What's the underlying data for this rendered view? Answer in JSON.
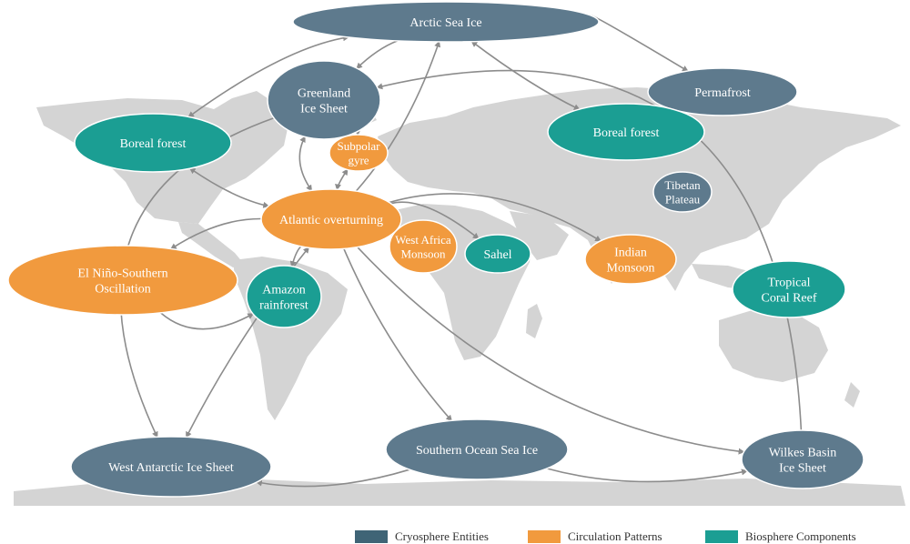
{
  "colors": {
    "cryosphere": "#5e7a8d",
    "circulation": "#f19a3e",
    "biosphere": "#1b9e93",
    "land": "#d4d4d4",
    "arrow": "#8c8c8c"
  },
  "nodes": {
    "arctic_sea_ice": {
      "label": [
        "Arctic Sea Ice"
      ],
      "category": "cryosphere"
    },
    "greenland": {
      "label": [
        "Greenland",
        "Ice Sheet"
      ],
      "category": "cryosphere"
    },
    "permafrost": {
      "label": [
        "Permafrost"
      ],
      "category": "cryosphere"
    },
    "boreal_na": {
      "label": [
        "Boreal forest"
      ],
      "category": "biosphere"
    },
    "boreal_eu": {
      "label": [
        "Boreal forest"
      ],
      "category": "biosphere"
    },
    "subpolar": {
      "label": [
        "Subpolar",
        "gyre"
      ],
      "category": "circulation"
    },
    "tibetan": {
      "label": [
        "Tibetan",
        "Plateau"
      ],
      "category": "cryosphere"
    },
    "amoc": {
      "label": [
        "Atlantic overturning"
      ],
      "category": "circulation"
    },
    "wafrica": {
      "label": [
        "West Africa",
        "Monsoon"
      ],
      "category": "circulation"
    },
    "sahel": {
      "label": [
        "Sahel"
      ],
      "category": "biosphere"
    },
    "indian": {
      "label": [
        "Indian",
        "Monsoon"
      ],
      "category": "circulation"
    },
    "enso": {
      "label": [
        "El Niño-Southern",
        "Oscillation"
      ],
      "category": "circulation"
    },
    "amazon": {
      "label": [
        "Amazon",
        "rainforest"
      ],
      "category": "biosphere"
    },
    "coral": {
      "label": [
        "Tropical",
        "Coral Reef"
      ],
      "category": "biosphere"
    },
    "wais": {
      "label": [
        "West Antarctic Ice Sheet"
      ],
      "category": "cryosphere"
    },
    "southern_ocean": {
      "label": [
        "Southern Ocean Sea Ice"
      ],
      "category": "cryosphere"
    },
    "wilkes": {
      "label": [
        "Wilkes Basin",
        "Ice Sheet"
      ],
      "category": "cryosphere"
    }
  },
  "links": [
    {
      "from": "arctic_sea_ice",
      "to": "greenland",
      "bidirectional": false
    },
    {
      "from": "arctic_sea_ice",
      "to": "boreal_na",
      "bidirectional": true
    },
    {
      "from": "arctic_sea_ice",
      "to": "permafrost",
      "bidirectional": false
    },
    {
      "from": "arctic_sea_ice",
      "to": "boreal_eu",
      "bidirectional": true
    },
    {
      "from": "greenland",
      "to": "subpolar",
      "bidirectional": false
    },
    {
      "from": "greenland",
      "to": "amoc",
      "bidirectional": true
    },
    {
      "from": "subpolar",
      "to": "amoc",
      "bidirectional": true
    },
    {
      "from": "amoc",
      "to": "arctic_sea_ice",
      "bidirectional": false
    },
    {
      "from": "amoc",
      "to": "boreal_na",
      "bidirectional": true
    },
    {
      "from": "amoc",
      "to": "enso",
      "bidirectional": false
    },
    {
      "from": "amoc",
      "to": "wafrica",
      "bidirectional": false
    },
    {
      "from": "amoc",
      "to": "sahel",
      "bidirectional": false
    },
    {
      "from": "amoc",
      "to": "indian",
      "bidirectional": false
    },
    {
      "from": "amoc",
      "to": "amazon",
      "bidirectional": false
    },
    {
      "from": "amoc",
      "to": "southern_ocean",
      "bidirectional": false
    },
    {
      "from": "amoc",
      "to": "wais",
      "bidirectional": true
    },
    {
      "from": "amoc",
      "to": "wilkes",
      "bidirectional": false
    },
    {
      "from": "enso",
      "to": "amazon",
      "bidirectional": false
    },
    {
      "from": "southern_ocean",
      "to": "wais",
      "bidirectional": false
    },
    {
      "from": "southern_ocean",
      "to": "wilkes",
      "bidirectional": false
    },
    {
      "from": "greenland",
      "to": "wais",
      "bidirectional": false
    },
    {
      "from": "wilkes",
      "to": "greenland",
      "bidirectional": false
    }
  ],
  "legend": [
    {
      "label": "Cryosphere Entities",
      "category": "cryosphere"
    },
    {
      "label": "Circulation Patterns",
      "category": "circulation"
    },
    {
      "label": "Biosphere Components",
      "category": "biosphere"
    }
  ]
}
